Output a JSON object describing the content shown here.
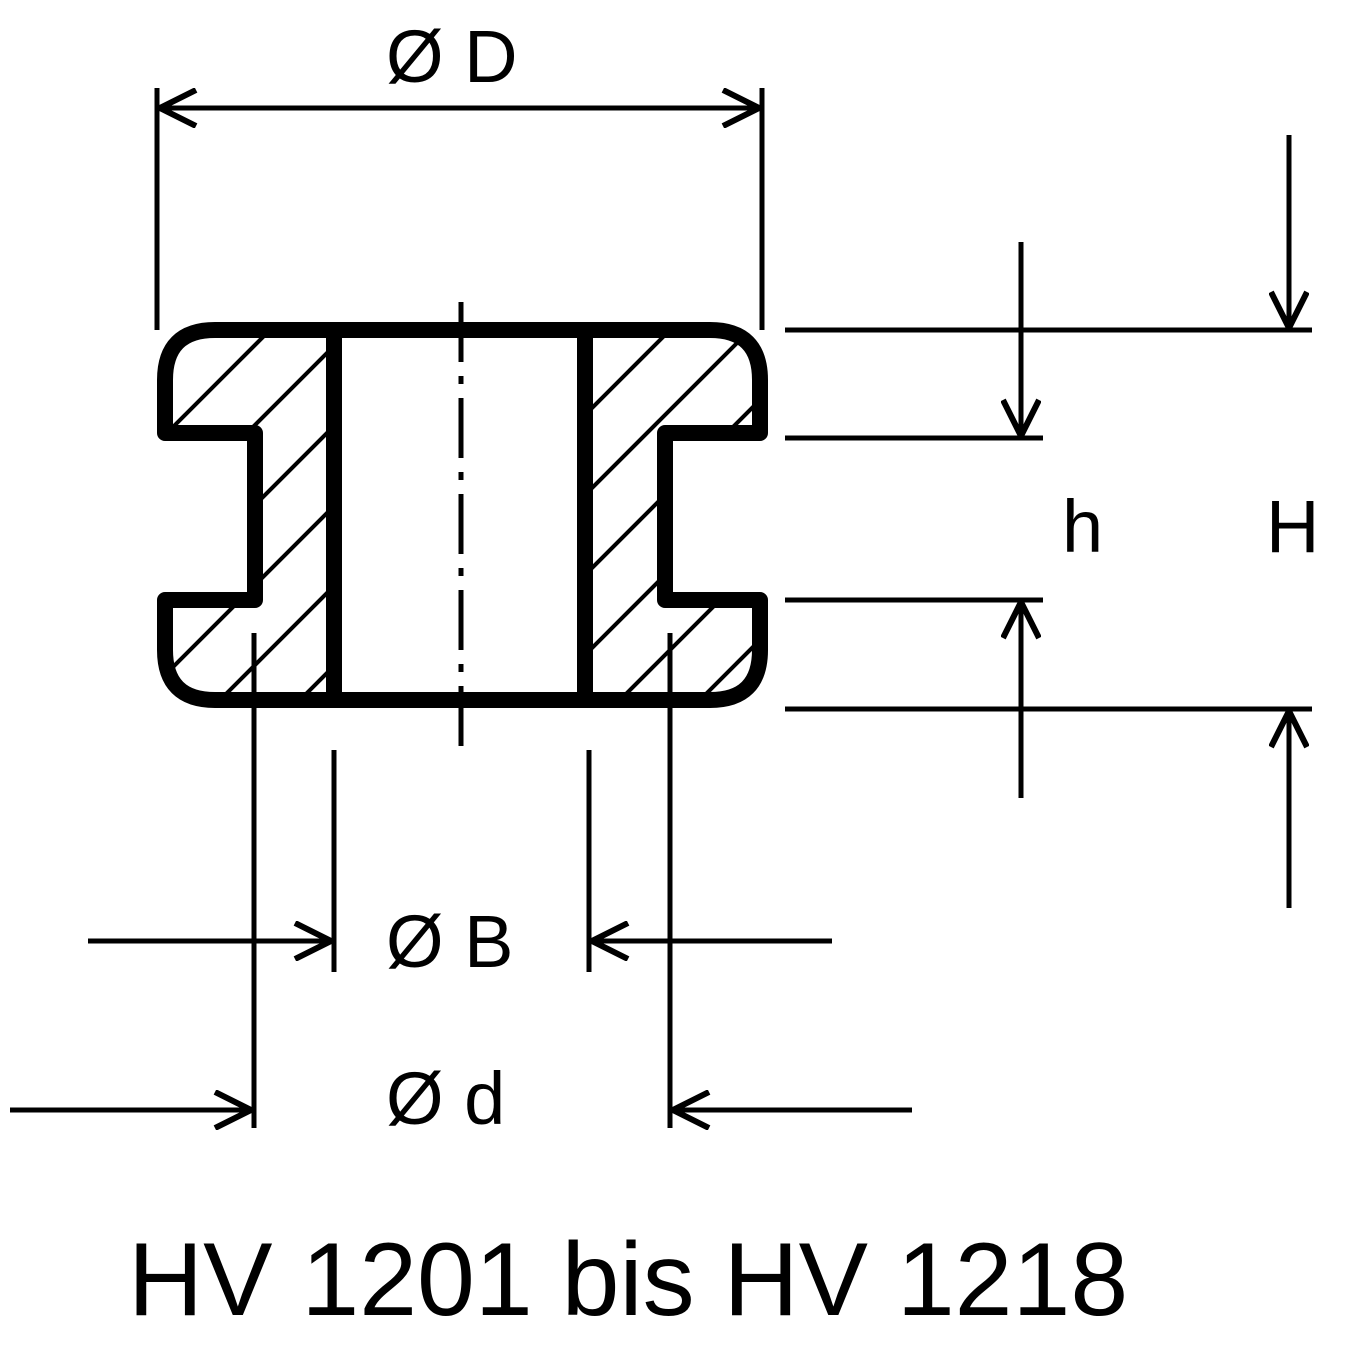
{
  "labels": {
    "outer_diameter": "Ø D",
    "bore_diameter": "Ø B",
    "hole_diameter": "Ø d",
    "groove_height": "h",
    "total_height": "H"
  },
  "caption": "HV 1201 bis HV 1218",
  "colors": {
    "line": "#000000",
    "background": "#ffffff"
  }
}
